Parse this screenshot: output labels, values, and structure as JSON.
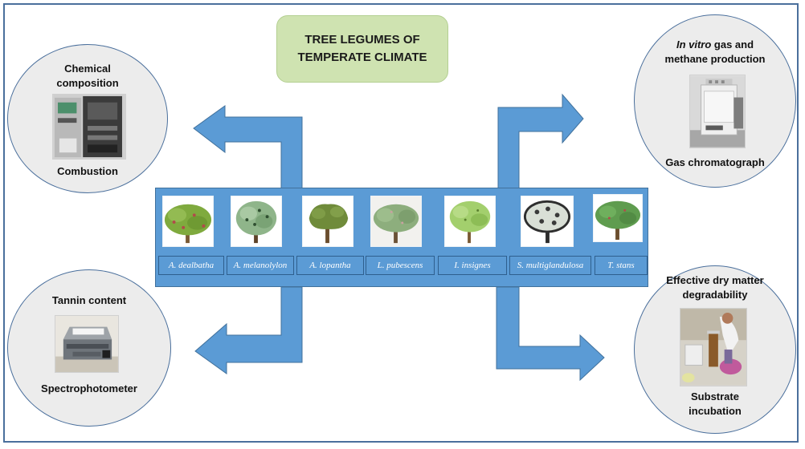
{
  "title": {
    "line1": "TREE LEGUMES OF",
    "line2": "TEMPERATE CLIMATE"
  },
  "species": [
    "A. dealbatha",
    "A. melanolylon",
    "A. lopantha",
    "L. pubescens",
    "I. insignes",
    "S. multiglandulosa",
    "T. stans"
  ],
  "methods": {
    "chemical": {
      "heading_line1": "Chemical",
      "heading_line2": "composition",
      "instrument": "Combustion"
    },
    "gas": {
      "heading_italic": "In vitro",
      "heading_rest": " gas and",
      "heading_line2": "methane production",
      "instrument": "Gas chromatograph"
    },
    "tannin": {
      "heading": "Tannin content",
      "instrument": "Spectrophotometer"
    },
    "degradability": {
      "heading_line1": "Effective dry matter",
      "heading_line2": "degradability",
      "instrument_line1": "Substrate",
      "instrument_line2": "incubation"
    }
  },
  "colors": {
    "arrow": "#5b9bd5",
    "arrow_border": "#41719c",
    "title_fill": "#cfe3b1",
    "circle_fill": "#ececec",
    "frame": "#4a6f9c"
  }
}
